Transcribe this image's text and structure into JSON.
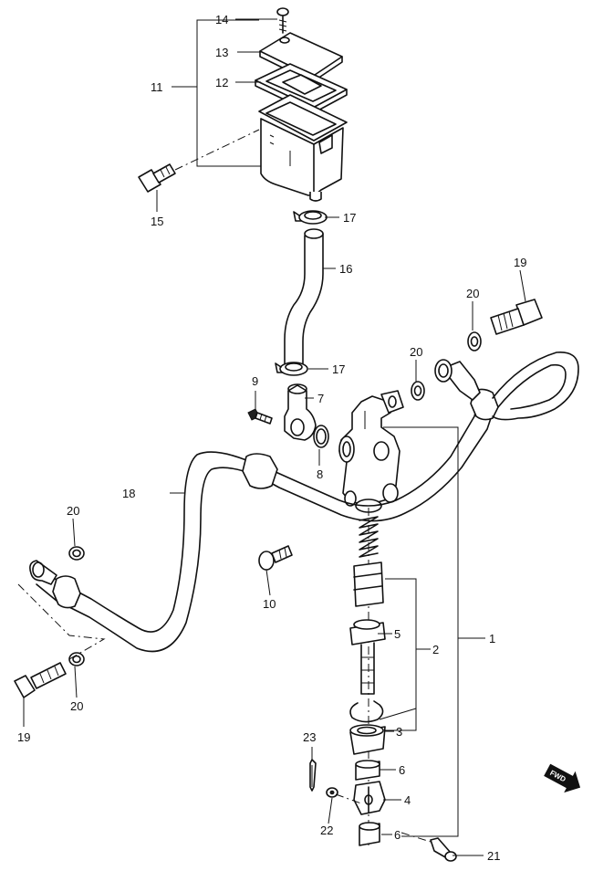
{
  "labels": {
    "p1": "1",
    "p2": "2",
    "p3": "3",
    "p4": "4",
    "p5": "5",
    "p6a": "6",
    "p6b": "6",
    "p7": "7",
    "p8": "8",
    "p9": "9",
    "p10": "10",
    "p11": "11",
    "p12": "12",
    "p13": "13",
    "p14": "14",
    "p15": "15",
    "p16": "16",
    "p17a": "17",
    "p17b": "17",
    "p18": "18",
    "p19a": "19",
    "p19b": "19",
    "p20a": "20",
    "p20b": "20",
    "p20c": "20",
    "p20d": "20",
    "p21": "21",
    "p22": "22",
    "p23": "23"
  },
  "fwd_badge": "FWD"
}
